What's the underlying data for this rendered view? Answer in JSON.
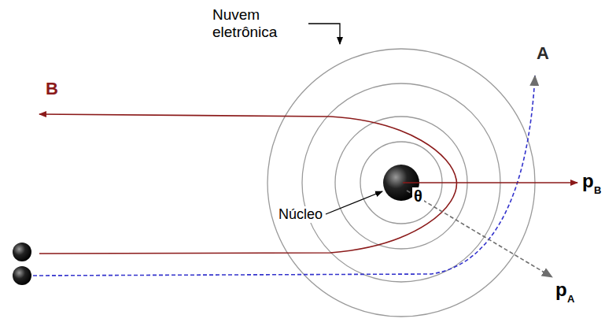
{
  "diagram": {
    "labels": [
      "Nuvem eletrônica",
      "B",
      "A",
      "p",
      "B",
      "p",
      "A",
      "Núcleo",
      "θ"
    ]
  }
}
